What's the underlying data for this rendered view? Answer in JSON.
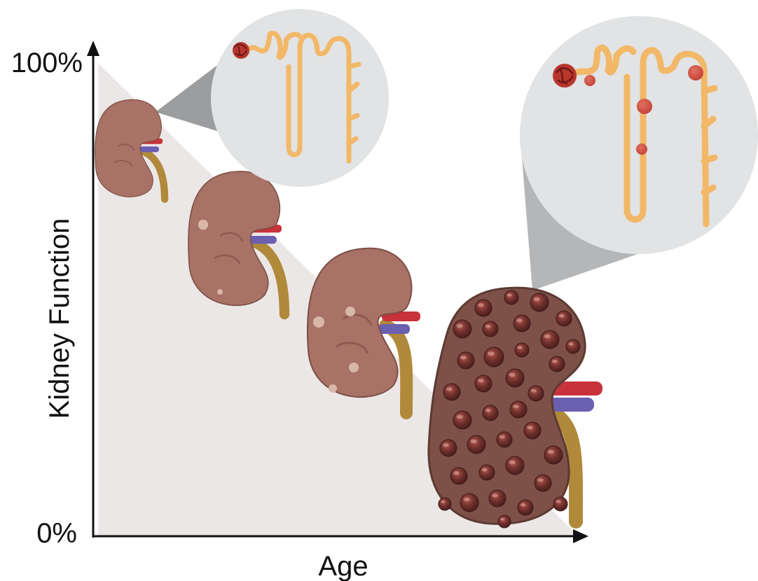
{
  "axes": {
    "y_top_tick": "100%",
    "y_bottom_tick": "0%",
    "y_label": "Kidney Function",
    "x_label": "Age"
  },
  "stages": [
    {
      "stage": 1,
      "cysts": 0
    },
    {
      "stage": 2,
      "cysts": 2
    },
    {
      "stage": 3,
      "cysts": 4
    },
    {
      "stage": 4,
      "cysts": "many"
    }
  ],
  "magnifiers": [
    {
      "shows": "healthy nephron",
      "cysts": 0
    },
    {
      "shows": "cystic nephron",
      "cysts": 4
    }
  ],
  "colors": {
    "decline_area": "#ece7e7",
    "kidney": "#a97266",
    "kidney_diseased": "#7d5147",
    "cyst": "#5e2e2a",
    "artery": "#c8323a",
    "vein": "#6b5fb0",
    "ureter": "#b08a3a",
    "nephron": "#f2b868",
    "magnifier": "#e1e3e4",
    "axis": "#111111"
  }
}
